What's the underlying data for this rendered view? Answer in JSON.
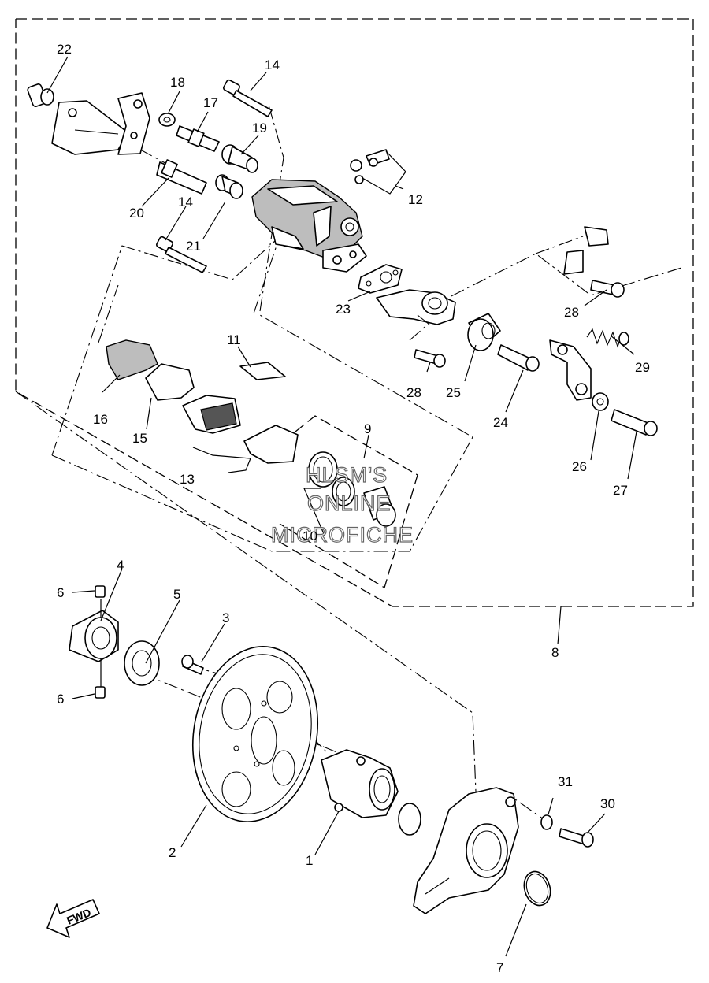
{
  "watermark": {
    "line1": "HLSM'S",
    "line2": "ONLINE",
    "line3": "MICROFICHE"
  },
  "direction_arrow": {
    "label": "FWD",
    "icon": "arrow-left-icon"
  },
  "callouts": {
    "c1": "1",
    "c2": "2",
    "c3": "3",
    "c4": "4",
    "c5": "5",
    "c6a": "6",
    "c6b": "6",
    "c7": "7",
    "c8": "8",
    "c9": "9",
    "c10": "10",
    "c11": "11",
    "c12": "12",
    "c13": "13",
    "c14a": "14",
    "c14b": "14",
    "c15": "15",
    "c16": "16",
    "c17": "17",
    "c18": "18",
    "c19": "19",
    "c20": "20",
    "c21": "21",
    "c22": "22",
    "c23": "23",
    "c24": "24",
    "c25": "25",
    "c26": "26",
    "c27": "27",
    "c28a": "28",
    "c28b": "28",
    "c29": "29",
    "c30": "30",
    "c31": "31"
  }
}
